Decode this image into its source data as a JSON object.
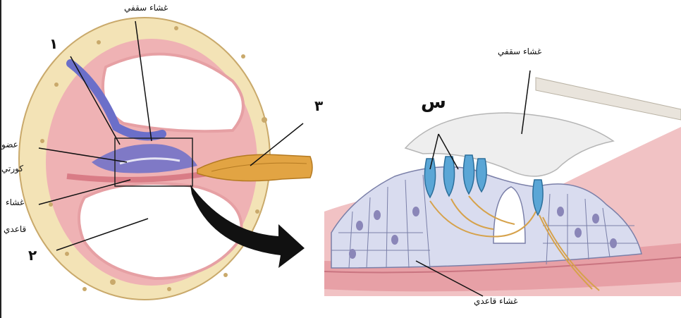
{
  "labels": {
    "left_tectorial": "غشاء سقفي",
    "organ_of_corti_line1": "عضو",
    "organ_of_corti_line2": "كورتي",
    "left_basilar_line1": "غشاء",
    "left_basilar_line2": "قاعدي",
    "right_tectorial": "غشاء سقفي",
    "right_basilar": "غشاء قاعدي",
    "marker_1": "١",
    "marker_2": "٢",
    "marker_3": "٣",
    "marker_s": "س"
  },
  "colors": {
    "bone": "#f3e3b6",
    "bone_spots": "#c9a96b",
    "pink_tissue": "#e9a1a6",
    "membrane_blue": "#6b6fc9",
    "nerve": "#e2a443",
    "cell_fill": "#d9dcef",
    "cell_stroke": "#7a7fa8",
    "hair_cell": "#5aa6d6",
    "arrow": "#111111",
    "tectorial": "#eeeeee"
  }
}
